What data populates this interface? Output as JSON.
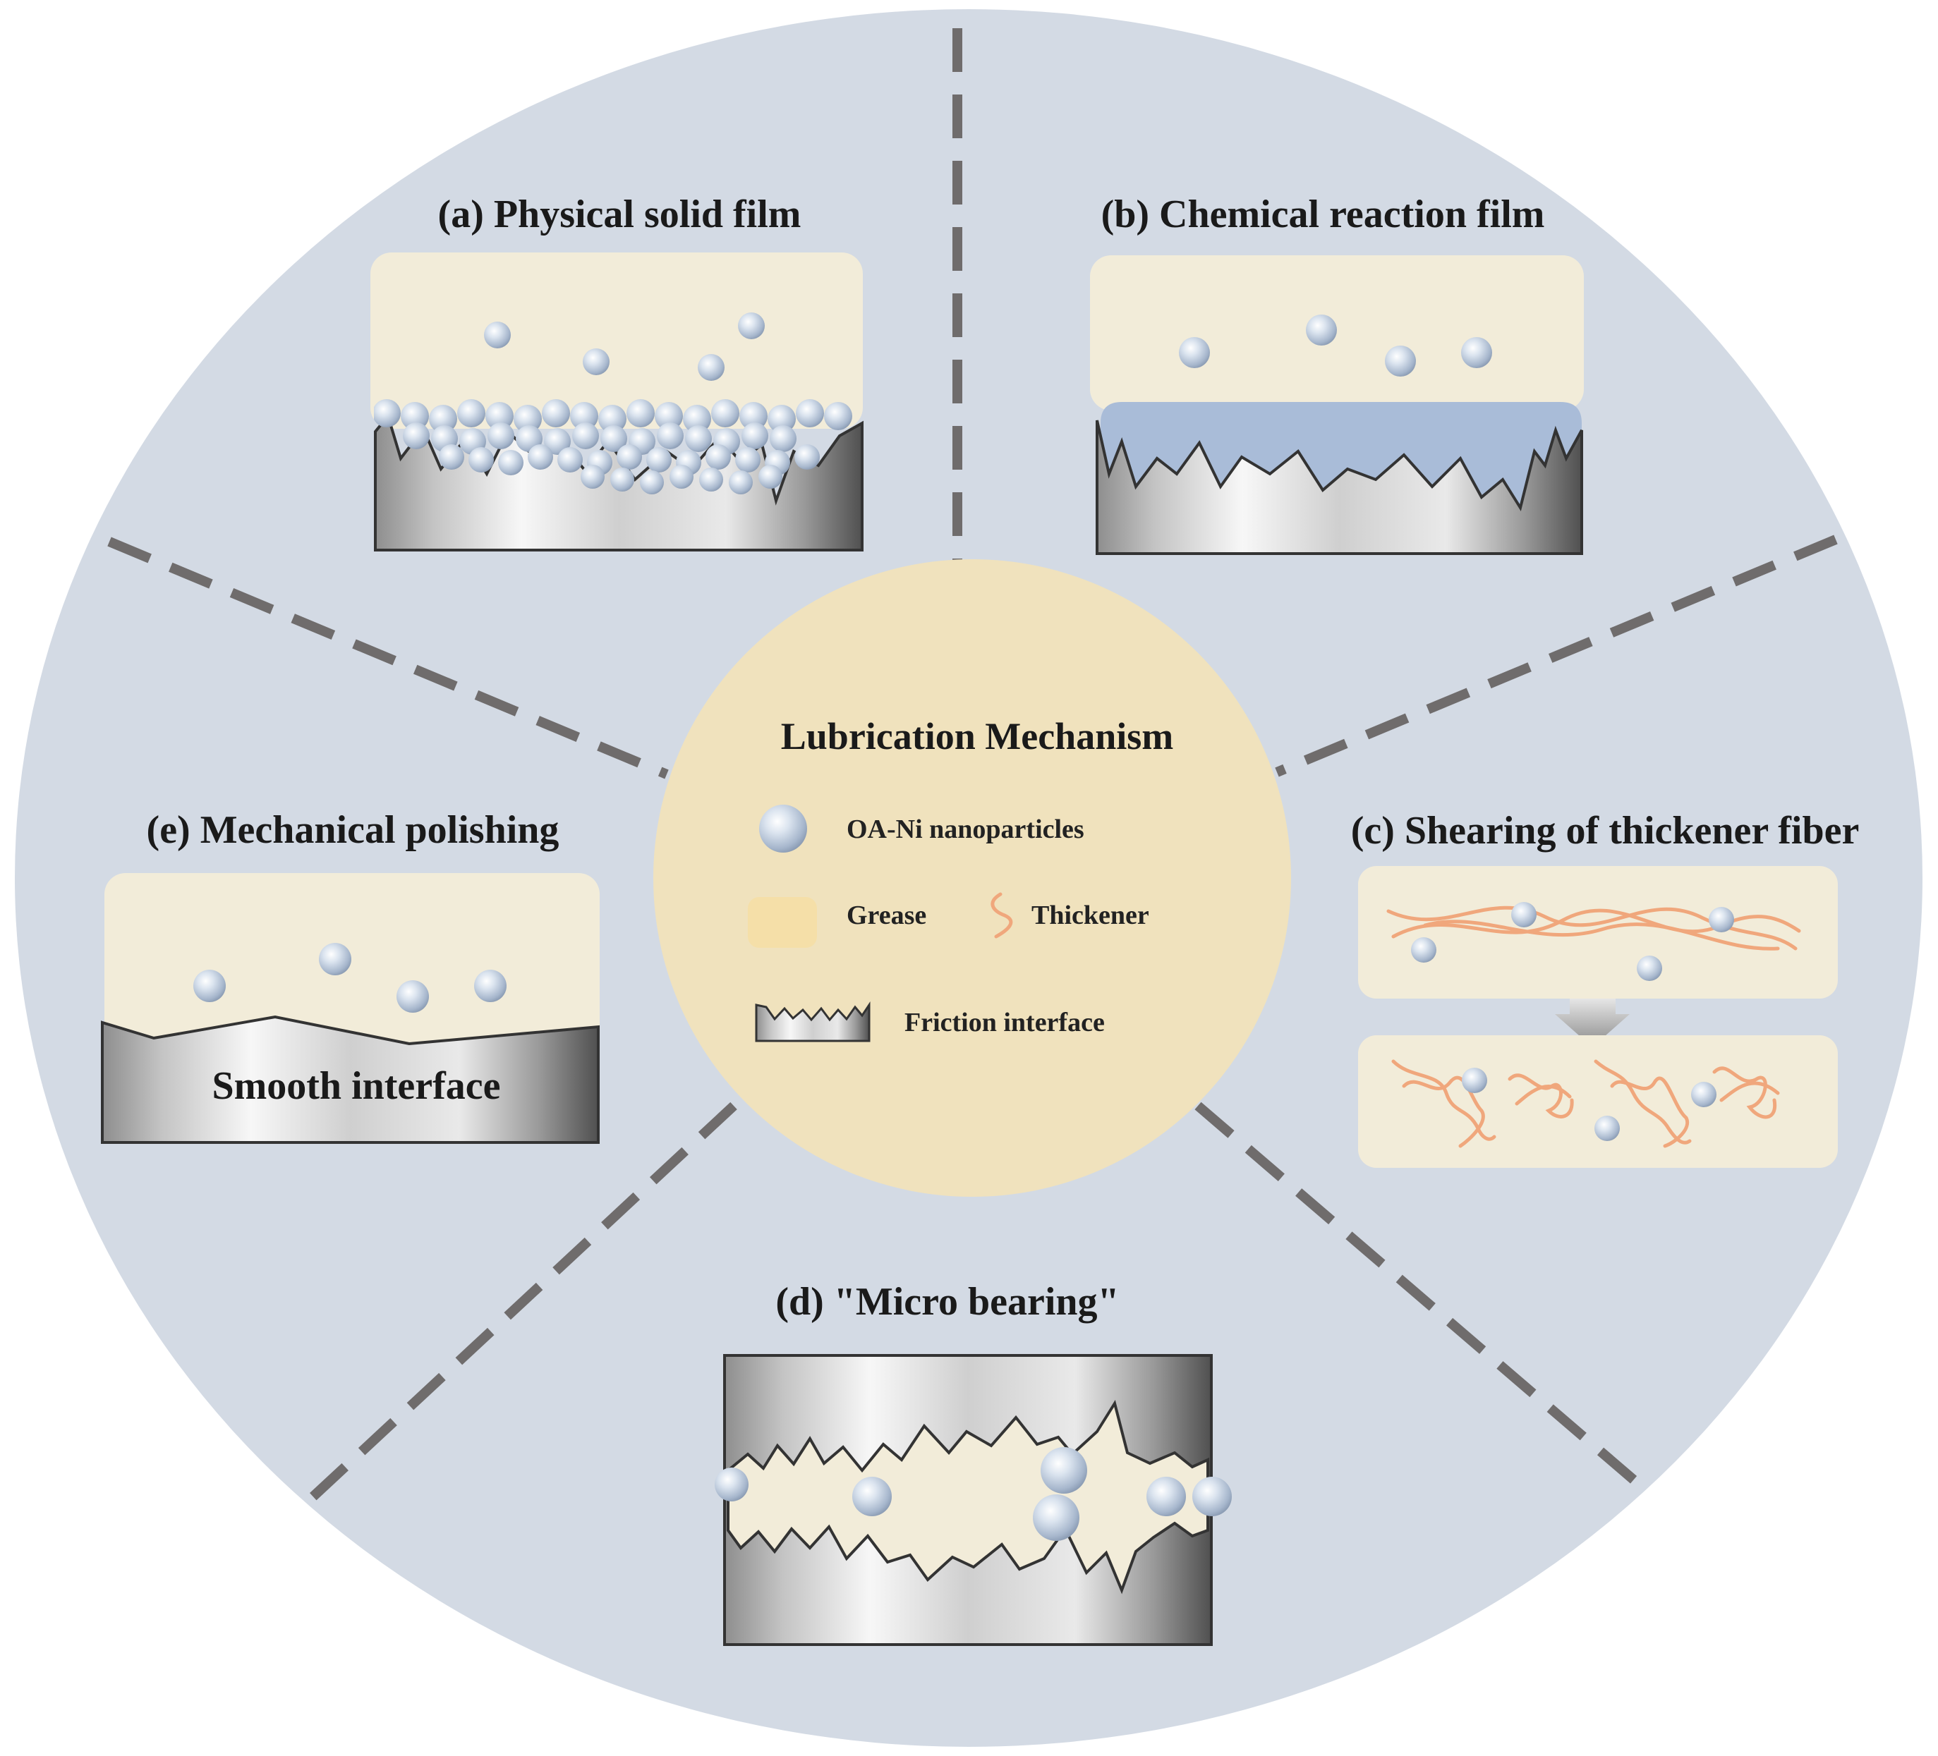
{
  "colors": {
    "outer_circle": "#d3dae4",
    "center_circle": "#f0e2bd",
    "grease_panel": "#f2ecd9",
    "grease_legend": "#f5dfa8",
    "reaction_film": "#a9bcd8",
    "thickener": "#f0a77c",
    "divider": "#6f6c6c",
    "particle": "#a6b6cc"
  },
  "center": {
    "title": "Lubrication Mechanism",
    "legend": {
      "particle_label": "OA-Ni nanoparticles",
      "grease_label": "Grease",
      "thickener_label": "Thickener",
      "friction_label": "Friction interface"
    }
  },
  "panels": {
    "a": {
      "title": "(a) Physical solid film"
    },
    "b": {
      "title": "(b) Chemical reaction film"
    },
    "c": {
      "title": "(c) Shearing of thickener fiber"
    },
    "d": {
      "title": "(d) \"Micro bearing\""
    },
    "e": {
      "title": "(e) Mechanical polishing",
      "surface_label": "Smooth interface"
    }
  }
}
